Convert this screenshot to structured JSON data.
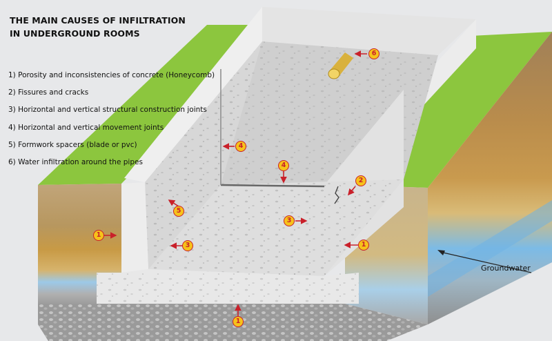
{
  "title": {
    "line1": "THE MAIN CAUSES OF INFILTRATION",
    "line2": "IN UNDERGROUND ROOMS"
  },
  "causes": [
    "1) Porosity and inconsistencies of concrete (Honeycomb)",
    "2) Fissures and cracks",
    "3) Horizontal and vertical structural construction joints",
    "4) Horizontal and vertical movement joints",
    "5) Formwork spacers (blade or pvc)",
    "6) Water infiltration around the pipes"
  ],
  "groundwater_label": "Groundwater",
  "markers": {
    "m6": "6",
    "m4a": "4",
    "m4b": "4",
    "m2": "2",
    "m5": "5",
    "m3a": "3",
    "m3b": "3",
    "m1a": "1",
    "m1b": "1",
    "m1c": "1"
  },
  "colors": {
    "grass": "#8cc63e",
    "concrete": "#dcdcdc",
    "marker_fill": "#f6c21a",
    "marker_border": "#c9202a",
    "arrow": "#c9202a",
    "groundwater": "#8fc6ea"
  }
}
